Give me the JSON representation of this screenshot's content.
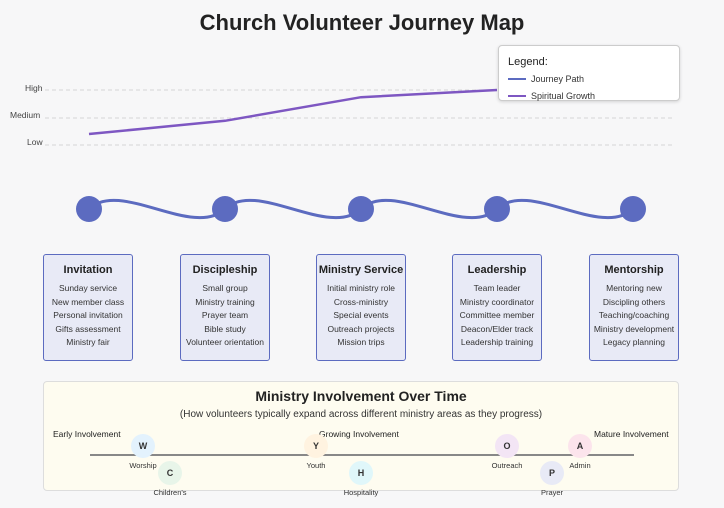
{
  "title": "Church Volunteer Journey Map",
  "growth_chart": {
    "levels": [
      "High",
      "Medium",
      "Low"
    ],
    "growth_values": [
      0.2,
      0.44,
      0.87,
      1.0
    ]
  },
  "legend": {
    "title": "Legend:",
    "items": [
      {
        "label": "Journey Path",
        "color": "#5c6bc0"
      },
      {
        "label": "Spiritual Growth",
        "color": "#7e57c2"
      }
    ]
  },
  "stages": [
    {
      "title": "Invitation",
      "items": [
        "Sunday service",
        "New member class",
        "Personal invitation",
        "Gifts assessment",
        "Ministry fair"
      ]
    },
    {
      "title": "Discipleship",
      "items": [
        "Small group",
        "Ministry training",
        "Prayer team",
        "Bible study",
        "Volunteer orientation"
      ]
    },
    {
      "title": "Ministry Service",
      "items": [
        "Initial ministry role",
        "Cross-ministry",
        "Special events",
        "Outreach projects",
        "Mission trips"
      ]
    },
    {
      "title": "Leadership",
      "items": [
        "Team leader",
        "Ministry coordinator",
        "Committee member",
        "Deacon/Elder track",
        "Leadership training"
      ]
    },
    {
      "title": "Mentorship",
      "items": [
        "Mentoring new",
        "Discipling others",
        "Teaching/coaching",
        "Ministry development",
        "Legacy planning"
      ]
    }
  ],
  "ministry": {
    "title": "Ministry Involvement Over Time",
    "subtitle": "(How volunteers typically expand across different ministry areas as they progress)",
    "phases": [
      "Early Involvement",
      "Growing Involvement",
      "Mature Involvement"
    ],
    "areas": [
      {
        "letter": "W",
        "name": "Worship",
        "color": "#e3f2fd"
      },
      {
        "letter": "C",
        "name": "Children's",
        "color": "#e8f5e9"
      },
      {
        "letter": "Y",
        "name": "Youth",
        "color": "#fff3e0"
      },
      {
        "letter": "H",
        "name": "Hospitality",
        "color": "#e0f7fa"
      },
      {
        "letter": "O",
        "name": "Outreach",
        "color": "#f3e5f5"
      },
      {
        "letter": "A",
        "name": "Admin",
        "color": "#fce4ec"
      },
      {
        "letter": "P",
        "name": "Prayer",
        "color": "#e8eaf6"
      }
    ]
  }
}
